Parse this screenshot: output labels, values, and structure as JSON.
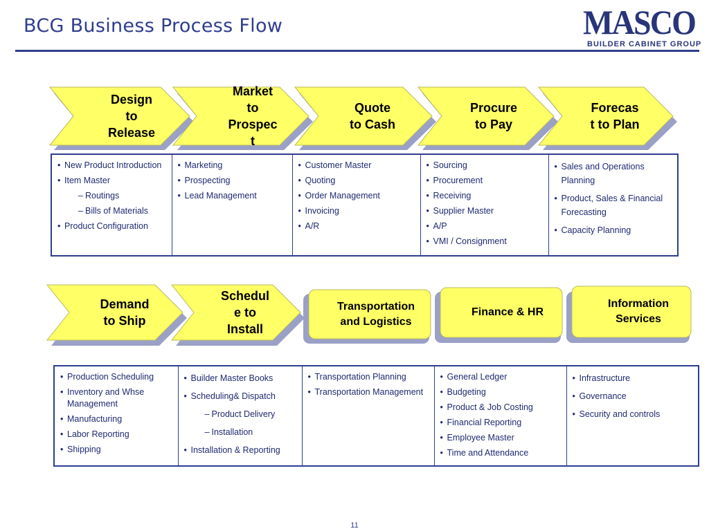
{
  "title": "BCG Business Process Flow",
  "logo": {
    "main": "MASCO",
    "sub": "BUILDER CABINET GROUP"
  },
  "row1": {
    "stages": [
      {
        "label": "Design\nto\nRelease"
      },
      {
        "label": "Market\nto\nProspec\nt"
      },
      {
        "label": "Quote\nto Cash"
      },
      {
        "label": "Procure\nto Pay"
      },
      {
        "label": "Forecas\nt to Plan"
      }
    ],
    "columns": [
      {
        "items": [
          {
            "text": "New Product Introduction",
            "level": 1
          },
          {
            "text": "Item Master",
            "level": 1
          },
          {
            "text": "Routings",
            "level": 2
          },
          {
            "text": "Bills of Materials",
            "level": 2
          },
          {
            "text": "Product Configuration",
            "level": 1
          }
        ]
      },
      {
        "items": [
          {
            "text": "Marketing",
            "level": 1
          },
          {
            "text": "Prospecting",
            "level": 1
          },
          {
            "text": "Lead Management",
            "level": 1
          }
        ]
      },
      {
        "items": [
          {
            "text": "Customer Master",
            "level": 1
          },
          {
            "text": "Quoting",
            "level": 1
          },
          {
            "text": "Order Management",
            "level": 1
          },
          {
            "text": "Invoicing",
            "level": 1
          },
          {
            "text": "A/R",
            "level": 1
          }
        ]
      },
      {
        "items": [
          {
            "text": "Sourcing",
            "level": 1
          },
          {
            "text": "Procurement",
            "level": 1
          },
          {
            "text": "Receiving",
            "level": 1
          },
          {
            "text": "Supplier Master",
            "level": 1
          },
          {
            "text": "A/P",
            "level": 1
          },
          {
            "text": "VMI / Consignment",
            "level": 1
          }
        ]
      },
      {
        "items": [
          {
            "text": "Sales and Operations Planning",
            "level": 1
          },
          {
            "text": "Product, Sales & Financial Forecasting",
            "level": 1
          },
          {
            "text": "Capacity Planning",
            "level": 1
          }
        ]
      }
    ]
  },
  "row2": {
    "stages": [
      {
        "label": "Demand\nto Ship"
      },
      {
        "label": "Schedul\ne to\nInstall"
      },
      {
        "label": "Transportation\nand Logistics"
      },
      {
        "label": "Finance & HR"
      },
      {
        "label": "Information\nServices"
      }
    ],
    "columns": [
      {
        "items": [
          {
            "text": "Production Scheduling",
            "level": 1
          },
          {
            "text": "Inventory and Whse Management",
            "level": 1
          },
          {
            "text": "Manufacturing",
            "level": 1
          },
          {
            "text": "Labor Reporting",
            "level": 1
          },
          {
            "text": "Shipping",
            "level": 1
          }
        ]
      },
      {
        "items": [
          {
            "text": "Builder Master Books",
            "level": 1
          },
          {
            "text": "Scheduling& Dispatch",
            "level": 1
          },
          {
            "text": "Product Delivery",
            "level": 2
          },
          {
            "text": "Installation",
            "level": 2
          },
          {
            "text": "Installation & Reporting",
            "level": 1
          }
        ]
      },
      {
        "items": [
          {
            "text": "Transportation Planning",
            "level": 1
          },
          {
            "text": "Transportation Management",
            "level": 1
          }
        ]
      },
      {
        "items": [
          {
            "text": "General Ledger",
            "level": 1
          },
          {
            "text": "Budgeting",
            "level": 1
          },
          {
            "text": "Product & Job Costing",
            "level": 1
          },
          {
            "text": "Financial Reporting",
            "level": 1
          },
          {
            "text": "Employee Master",
            "level": 1
          },
          {
            "text": "Time and Attendance",
            "level": 1
          }
        ]
      },
      {
        "items": [
          {
            "text": "Infrastructure",
            "level": 1
          },
          {
            "text": "Governance",
            "level": 1
          },
          {
            "text": "Security and controls",
            "level": 1
          }
        ]
      }
    ]
  },
  "page_number": "11",
  "colors": {
    "shape_fill": "#ffff66",
    "shape_shadow": "#9aa0c6",
    "shape_border": "#b8b860",
    "accent": "#2e3d8f"
  }
}
